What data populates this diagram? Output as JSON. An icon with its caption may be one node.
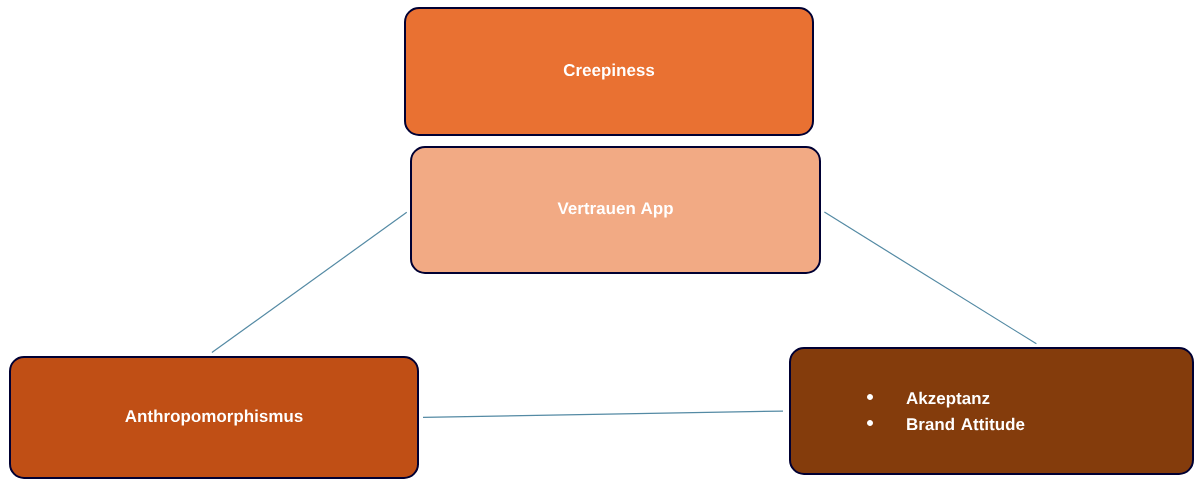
{
  "diagram": {
    "nodes": [
      {
        "text": [
          "Creepiness"
        ]
      },
      {
        "text": [
          "Vertrauen App"
        ]
      },
      {
        "text": [
          "Anthropomorphismus"
        ]
      },
      {
        "text": [
          "Akzeptanz",
          "Brand Attitude"
        ]
      }
    ],
    "edges": [
      {
        "from": 1,
        "to": 2,
        "arrow": "none"
      },
      {
        "from": 1,
        "to": 3,
        "arrow": "none"
      },
      {
        "from": 2,
        "to": 3,
        "arrow": "none"
      }
    ]
  }
}
